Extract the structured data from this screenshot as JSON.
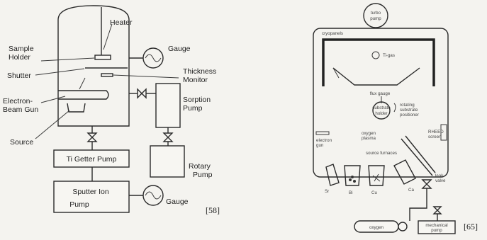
{
  "left_diagram": {
    "labels": {
      "heater": "Heater",
      "sample_holder_1": "Sample",
      "sample_holder_2": "Holder",
      "gauge_top": "Gauge",
      "shutter": "Shutter",
      "thickness_monitor_1": "Thickness",
      "thickness_monitor_2": "Monitor",
      "electron_beam_gun_1": "Electron-",
      "electron_beam_gun_2": "Beam Gun",
      "sorption_pump_1": "Sorption",
      "sorption_pump_2": "Pump",
      "source": "Source",
      "rotary_pump_1": "Rotary",
      "rotary_pump_2": "Pump",
      "ti_getter_pump": "Ti Getter Pump",
      "sputter_ion_pump_1": "Sputter Ion",
      "sputter_ion_pump_2": "Pump",
      "gauge_bottom": "Gauge"
    },
    "reference": "[58]"
  },
  "right_diagram": {
    "labels": {
      "turbo_pump_1": "turbo",
      "turbo_pump_2": "pump",
      "cryopanels": "cryopanels",
      "ti_gas": "Ti-gas",
      "flux_gauge": "flux gauge",
      "substrate_holder_1": "substrate",
      "substrate_holder_2": "holder",
      "rotating_positioner_1": "rotating",
      "rotating_positioner_2": "substrate",
      "rotating_positioner_3": "positioner",
      "electron_gun_1": "electron",
      "electron_gun_2": "gun",
      "oxygen_plasma_1": "oxygen",
      "oxygen_plasma_2": "plasma",
      "rheed_1": "RHEED",
      "rheed_2": "screen",
      "source_furnaces": "source furnaces",
      "leak_valve_1": "leak",
      "leak_valve_2": "valve",
      "furnace_sr": "Sr",
      "furnace_bi": "Bi",
      "furnace_cu": "Cu",
      "furnace_ca": "Ca",
      "oxygen": "oxygen",
      "mechanical_pump_1": "mechanical",
      "mechanical_pump_2": "pump"
    },
    "reference": "[65]"
  }
}
